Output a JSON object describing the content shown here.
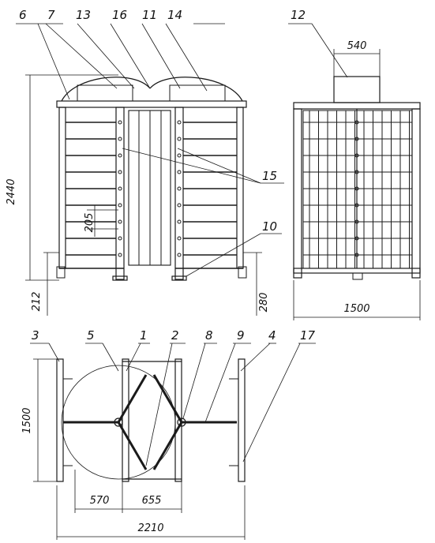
{
  "front_view": {
    "callouts": [
      "6",
      "7",
      "13",
      "16",
      "11",
      "14",
      "15",
      "10"
    ],
    "dims": {
      "height": "2440",
      "bar_gap": "205",
      "base": "212",
      "base_right": "280"
    }
  },
  "side_view": {
    "callouts": [
      "12"
    ],
    "dims": {
      "top": "540",
      "width": "1500"
    }
  },
  "plan_view": {
    "callouts": [
      "3",
      "5",
      "1",
      "2",
      "8",
      "9",
      "4",
      "17"
    ],
    "dims": {
      "depth": "1500",
      "a": "570",
      "b": "655",
      "total": "2210"
    }
  }
}
